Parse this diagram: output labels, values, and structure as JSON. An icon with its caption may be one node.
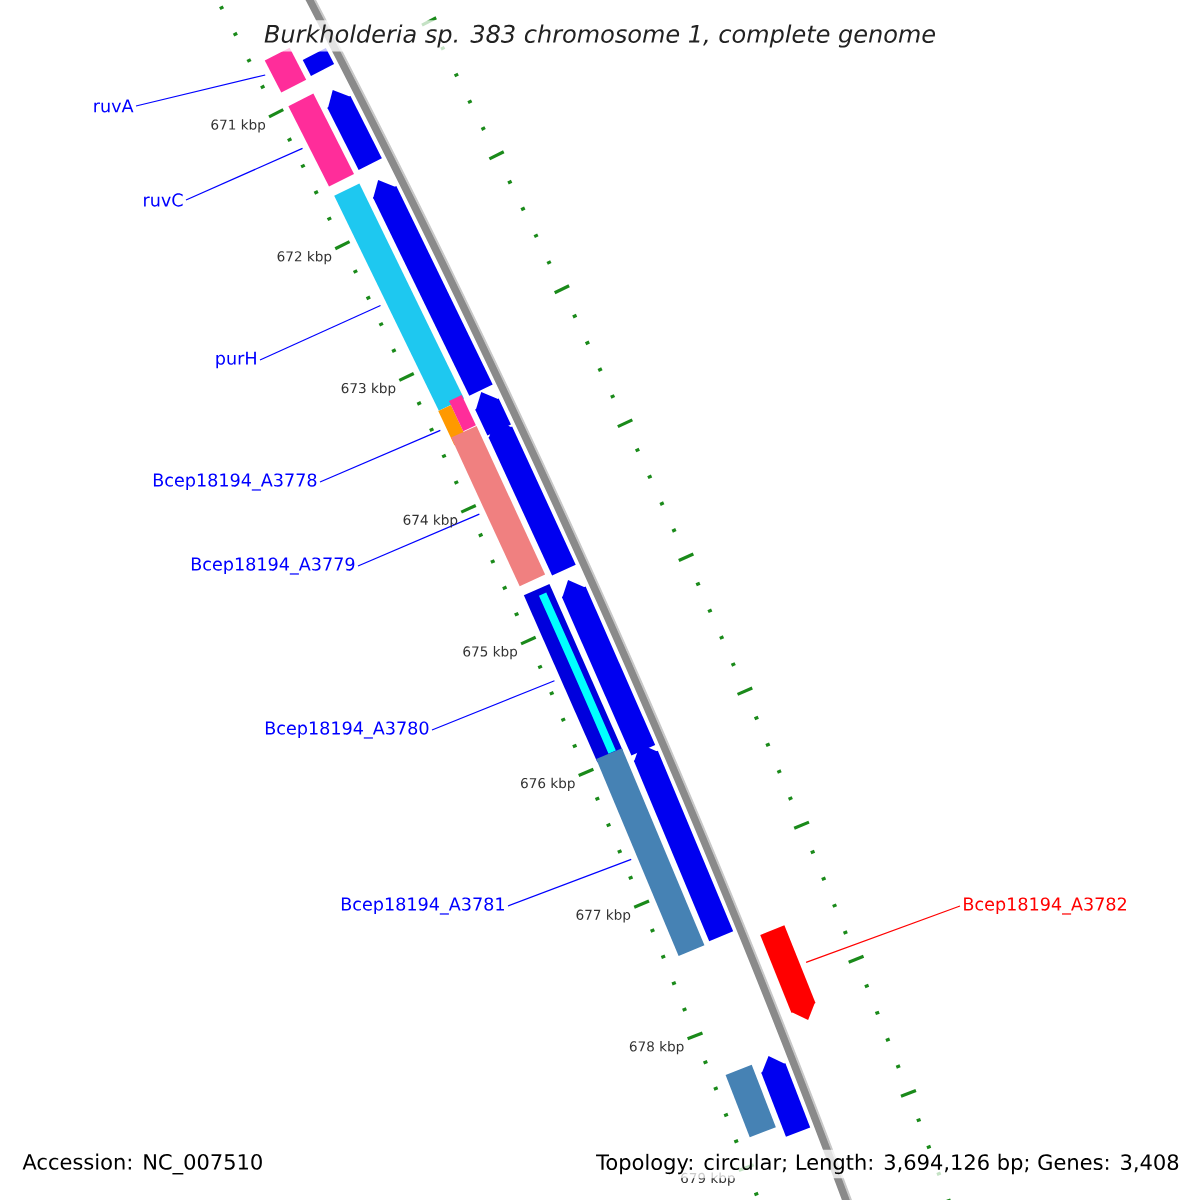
{
  "diagram": {
    "title": "Burkholderia sp. 383 chromosome 1, complete genome",
    "nodes": [
      {
        "text": [
          "ruvA"
        ]
      },
      {
        "text": [
          "ruvC"
        ]
      },
      {
        "text": [
          "purH"
        ]
      },
      {
        "text": [
          "Bcep18194_A3778"
        ]
      },
      {
        "text": [
          "Bcep18194_A3779"
        ]
      },
      {
        "text": [
          "Bcep18194_A3780"
        ]
      },
      {
        "text": [
          "Bcep18194_A3781"
        ]
      },
      {
        "text": [
          "Bcep18194_A3782"
        ]
      },
      {
        "text": [],
        "shape": "bar"
      },
      {
        "text": [],
        "shape": "bar"
      },
      {
        "text": [],
        "shape": "bar"
      },
      {
        "text": [],
        "shape": "bar"
      },
      {
        "text": [],
        "shape": "bar"
      },
      {
        "text": [],
        "shape": "bar"
      },
      {
        "text": [],
        "shape": "bar"
      },
      {
        "text": [],
        "shape": "bar"
      },
      {
        "text": [],
        "shape": "bar"
      },
      {
        "text": [],
        "shape": "bar"
      },
      {
        "text": [],
        "shape": "bar"
      },
      {
        "text": [],
        "shape": "bar"
      },
      {
        "text": [],
        "shape": "bar"
      },
      {
        "text": [],
        "shape": "bar"
      },
      {
        "text": [],
        "shape": "bar"
      },
      {
        "text": [],
        "shape": "bar"
      },
      {
        "text": [],
        "shape": "bar"
      },
      {
        "text": [],
        "shape": "bar"
      }
    ],
    "edges": [
      {
        "from": 0,
        "to": 8,
        "arrow": "none"
      },
      {
        "from": 1,
        "to": 9,
        "arrow": "none"
      },
      {
        "from": 2,
        "to": 10,
        "arrow": "none"
      },
      {
        "from": 3,
        "to": 11,
        "arrow": "none"
      },
      {
        "from": 4,
        "to": 12,
        "arrow": "none"
      },
      {
        "from": 5,
        "to": 13,
        "arrow": "none"
      },
      {
        "from": 6,
        "to": 14,
        "arrow": "none"
      },
      {
        "from": 7,
        "to": 15,
        "arrow": "none",
        "color": "#ff0000"
      }
    ],
    "labels": [
      "671 kbp",
      "672 kbp",
      "673 kbp",
      "674 kbp",
      "675 kbp",
      "676 kbp",
      "677 kbp",
      "678 kbp",
      "679 kbp",
      "Accession: NC_007510",
      "Topology: circular; Length: 3,694,126 bp; Genes: 3,408"
    ]
  }
}
